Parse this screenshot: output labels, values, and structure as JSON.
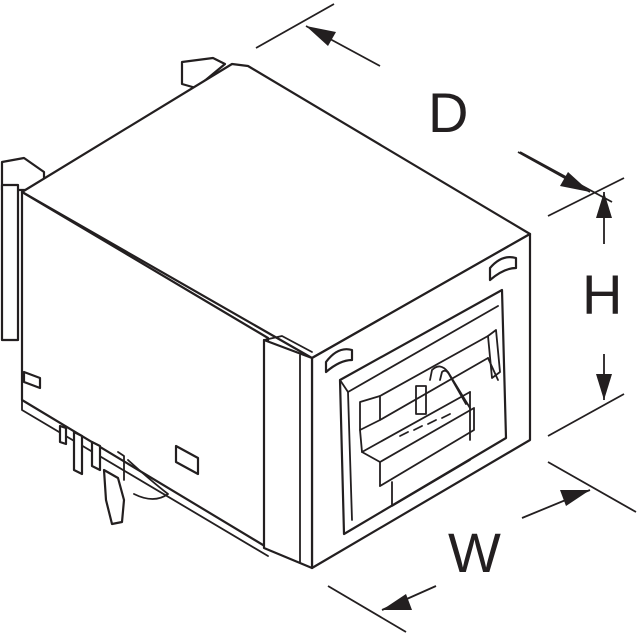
{
  "dimensions": {
    "depth_label": "D",
    "height_label": "H",
    "width_label": "W"
  }
}
